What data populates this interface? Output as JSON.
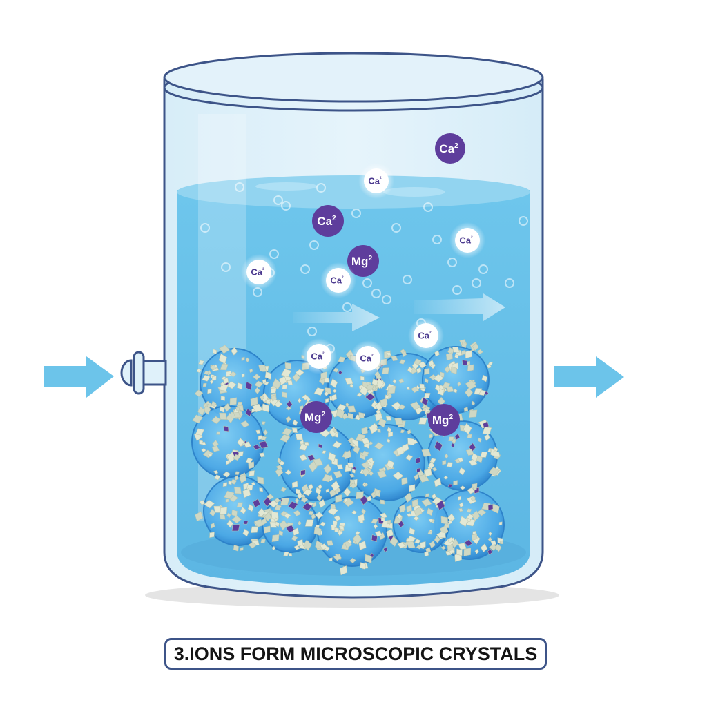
{
  "caption": {
    "step_number": "3.",
    "text": "IONS FORM MICROSCOPIC CRYSTALS"
  },
  "ions": [
    {
      "symbol": "Ca",
      "charge": "2",
      "style": "dark"
    },
    {
      "symbol": "Ca",
      "charge": "²",
      "style": "light"
    },
    {
      "symbol": "Ca",
      "charge": "2",
      "style": "dark"
    },
    {
      "symbol": "Ca",
      "charge": "²",
      "style": "light"
    },
    {
      "symbol": "Mg",
      "charge": "2",
      "style": "dark"
    },
    {
      "symbol": "Ca",
      "charge": "²",
      "style": "light"
    },
    {
      "symbol": "Ca",
      "charge": "²",
      "style": "light"
    },
    {
      "symbol": "Ca",
      "charge": "²",
      "style": "light"
    },
    {
      "symbol": "Ca",
      "charge": "²",
      "style": "light"
    },
    {
      "symbol": "Ca",
      "charge": "²",
      "style": "light"
    },
    {
      "symbol": "Mg",
      "charge": "2",
      "style": "dark"
    },
    {
      "symbol": "Mg",
      "charge": "2",
      "style": "dark"
    }
  ],
  "colors": {
    "outline": "#3d5488",
    "water": "#6cc4ea",
    "water_surface": "#92d4f0",
    "glass": "#dff1fa",
    "ion_dark": "#5e3d9c",
    "ion_light_text": "#4c3a8f",
    "arrow": "#6cc4ea",
    "crystal": "#dfe6d0",
    "resin_bead": "#3d9ce0"
  },
  "icons": {
    "inlet_arrow": "arrow-right-icon",
    "outlet_arrow": "arrow-right-icon",
    "flow_arrows": "arrow-right-icon"
  }
}
